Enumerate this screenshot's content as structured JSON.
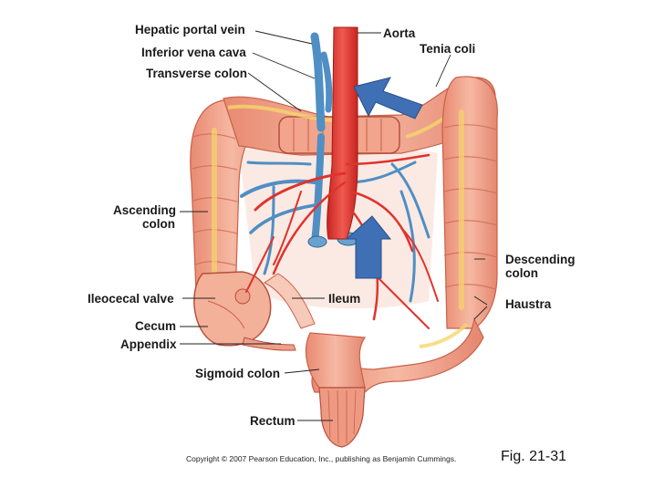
{
  "labels": {
    "hepatic_portal_vein": "Hepatic portal vein",
    "inferior_vena_cava": "Inferior vena cava",
    "transverse_colon": "Transverse colon",
    "aorta": "Aorta",
    "tenia_coli": "Tenia coli",
    "ascending_colon_1": "Ascending",
    "ascending_colon_2": "colon",
    "descending_colon_1": "Descending",
    "descending_colon_2": "colon",
    "haustra": "Haustra",
    "ileocecal_valve": "Ileocecal valve",
    "ileum": "Ileum",
    "cecum": "Cecum",
    "appendix": "Appendix",
    "sigmoid_colon": "Sigmoid colon",
    "rectum": "Rectum"
  },
  "copyright": "Copyright © 2007 Pearson Education, Inc., publishing as Benjamin Cummings.",
  "figure_number": "Fig. 21-31",
  "colors": {
    "colon": "#f0a086",
    "colon_dark": "#c9604a",
    "artery": "#e0332c",
    "vein": "#4f8fc4",
    "arrow": "#3f6fb5",
    "fat": "#f5d66a"
  }
}
